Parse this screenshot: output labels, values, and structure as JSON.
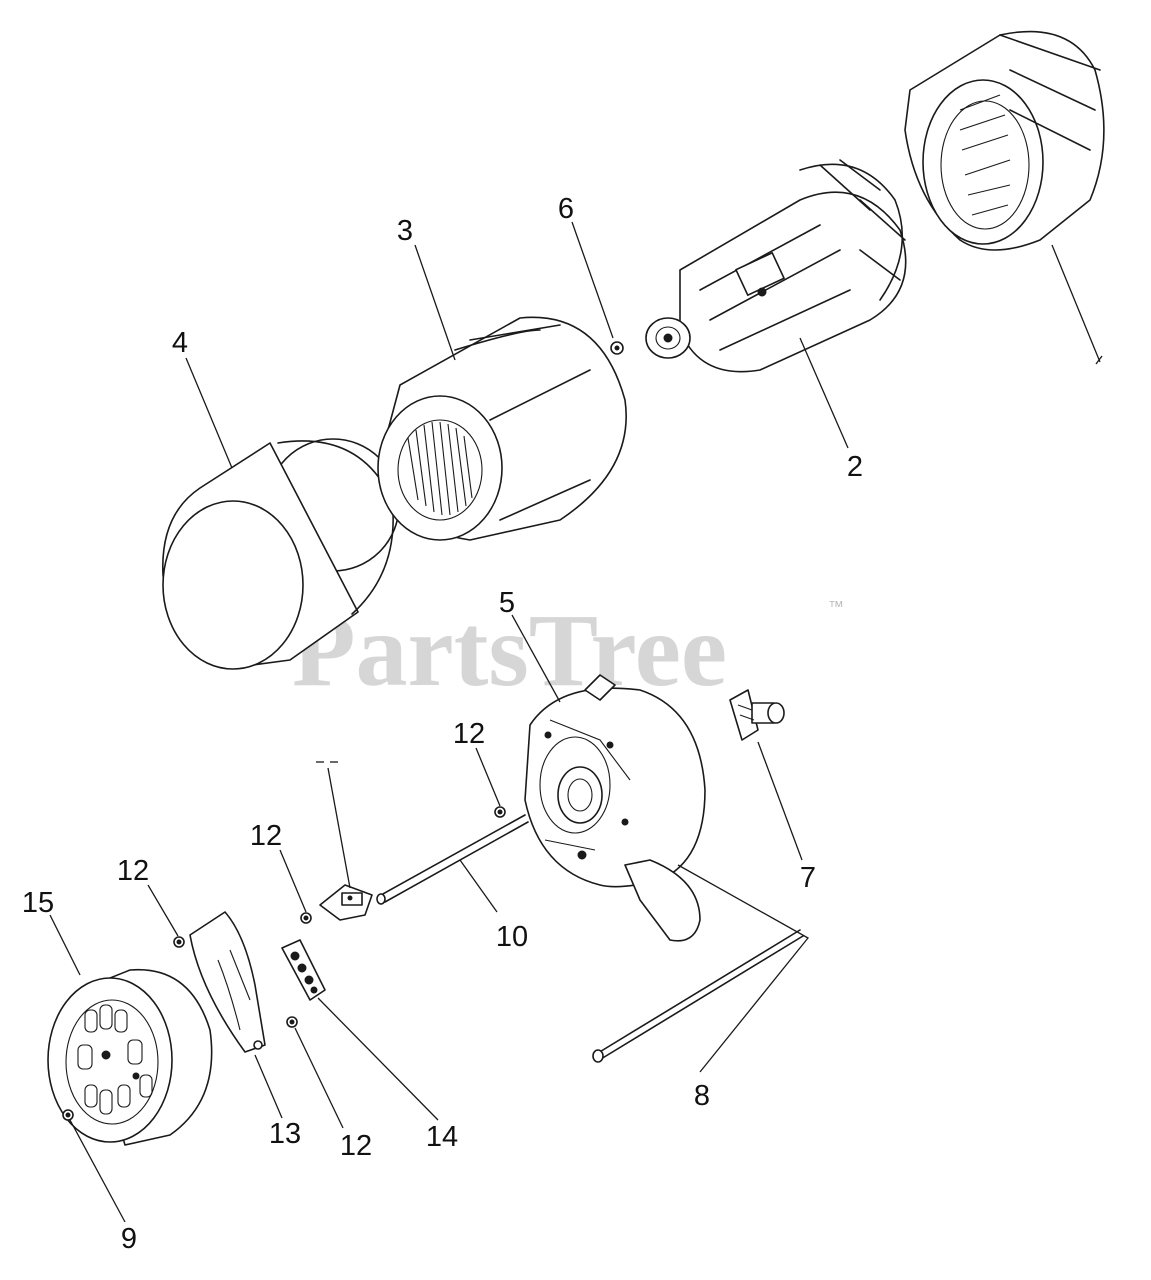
{
  "watermark": {
    "text": "PartsTree",
    "trademark": "™"
  },
  "callouts": [
    "4",
    "3",
    "6",
    "2",
    "5",
    "7",
    "12",
    "12",
    "10",
    "12",
    "15",
    "13",
    "12",
    "14",
    "8",
    "9"
  ],
  "colors": {
    "line": "#1a1a1a",
    "watermark": "#cfcfcf",
    "background": "#ffffff"
  }
}
